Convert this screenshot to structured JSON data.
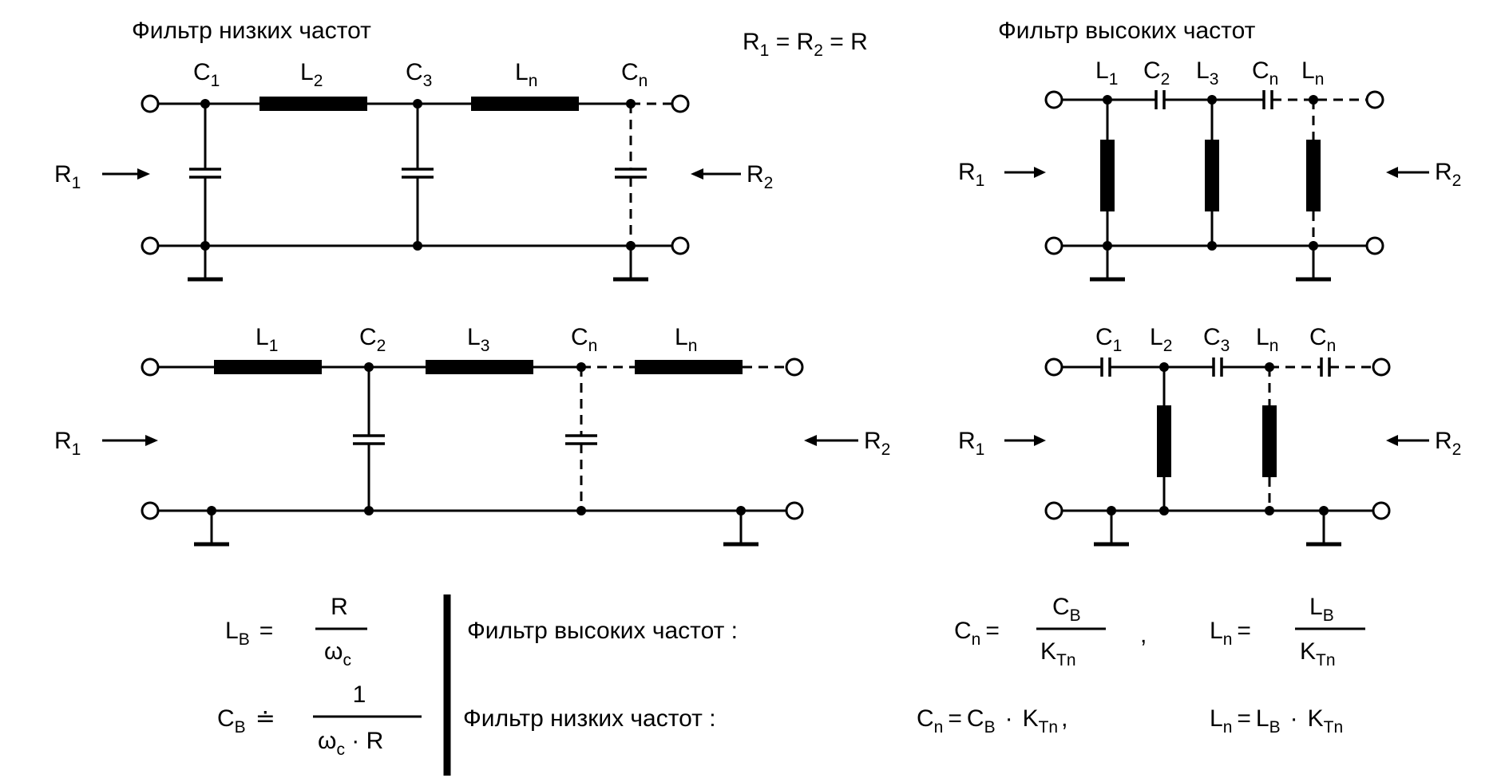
{
  "titles": {
    "lowpass": "Фильтр низких частот",
    "highpass": "Фильтр высоких частот",
    "eq": {
      "R1": "R",
      "s1": "1",
      "R2": "R",
      "s2": "2",
      "R": "R"
    }
  },
  "resist": {
    "R1": {
      "main": "R",
      "sub": "1"
    },
    "R2": {
      "main": "R",
      "sub": "2"
    }
  },
  "lp_top": {
    "C1": {
      "main": "C",
      "sub": "1"
    },
    "L2": {
      "main": "L",
      "sub": "2"
    },
    "C3": {
      "main": "C",
      "sub": "3"
    },
    "Ln": {
      "main": "L",
      "sub": "n"
    },
    "Cn": {
      "main": "C",
      "sub": "n"
    }
  },
  "lp_bottom": {
    "L1": {
      "main": "L",
      "sub": "1"
    },
    "C2": {
      "main": "C",
      "sub": "2"
    },
    "L3": {
      "main": "L",
      "sub": "3"
    },
    "Cn": {
      "main": "C",
      "sub": "n"
    },
    "Ln": {
      "main": "L",
      "sub": "n"
    }
  },
  "hp_top": {
    "L1": {
      "main": "L",
      "sub": "1"
    },
    "C2": {
      "main": "C",
      "sub": "2"
    },
    "L3": {
      "main": "L",
      "sub": "3"
    },
    "Cn": {
      "main": "C",
      "sub": "n"
    },
    "Ln": {
      "main": "L",
      "sub": "n"
    }
  },
  "hp_bottom": {
    "C1": {
      "main": "C",
      "sub": "1"
    },
    "L2": {
      "main": "L",
      "sub": "2"
    },
    "C3": {
      "main": "C",
      "sub": "3"
    },
    "Ln": {
      "main": "L",
      "sub": "n"
    },
    "Cn": {
      "main": "C",
      "sub": "n"
    }
  },
  "formulas": {
    "LB": {
      "lhs": "L",
      "lhs_sub": "B",
      "eq": "=",
      "num": "R",
      "den": "ω",
      "den_sub": "c"
    },
    "CB": {
      "lhs": "C",
      "lhs_sub": "B",
      "eq": "≐",
      "num": "1",
      "den": "ω",
      "den_sub": "c",
      "den_rest": " · R"
    },
    "hp": {
      "label": "Фильтр высоких частот :",
      "Cn": {
        "lhs": "C",
        "lhs_sub": "n",
        "eq": "=",
        "num": "C",
        "num_sub": "B",
        "den": "K",
        "den_sub": "Tn"
      },
      "comma": ",",
      "Ln": {
        "lhs": "L",
        "lhs_sub": "n",
        "eq": "=",
        "num": "L",
        "num_sub": "B",
        "den": "K",
        "den_sub": "Tn"
      }
    },
    "lp": {
      "label": "Фильтр низких частот :",
      "Cn": {
        "lhs": "C",
        "lhs_sub": "n",
        "eq": "=",
        "a": "C",
        "a_sub": "B",
        "dot": "·",
        "b": "K",
        "b_sub": "Tn",
        "comma": ","
      },
      "Ln": {
        "lhs": "L",
        "lhs_sub": "n",
        "eq": "=",
        "a": "L",
        "a_sub": "B",
        "dot": "·",
        "b": "K",
        "b_sub": "Tn"
      }
    }
  }
}
